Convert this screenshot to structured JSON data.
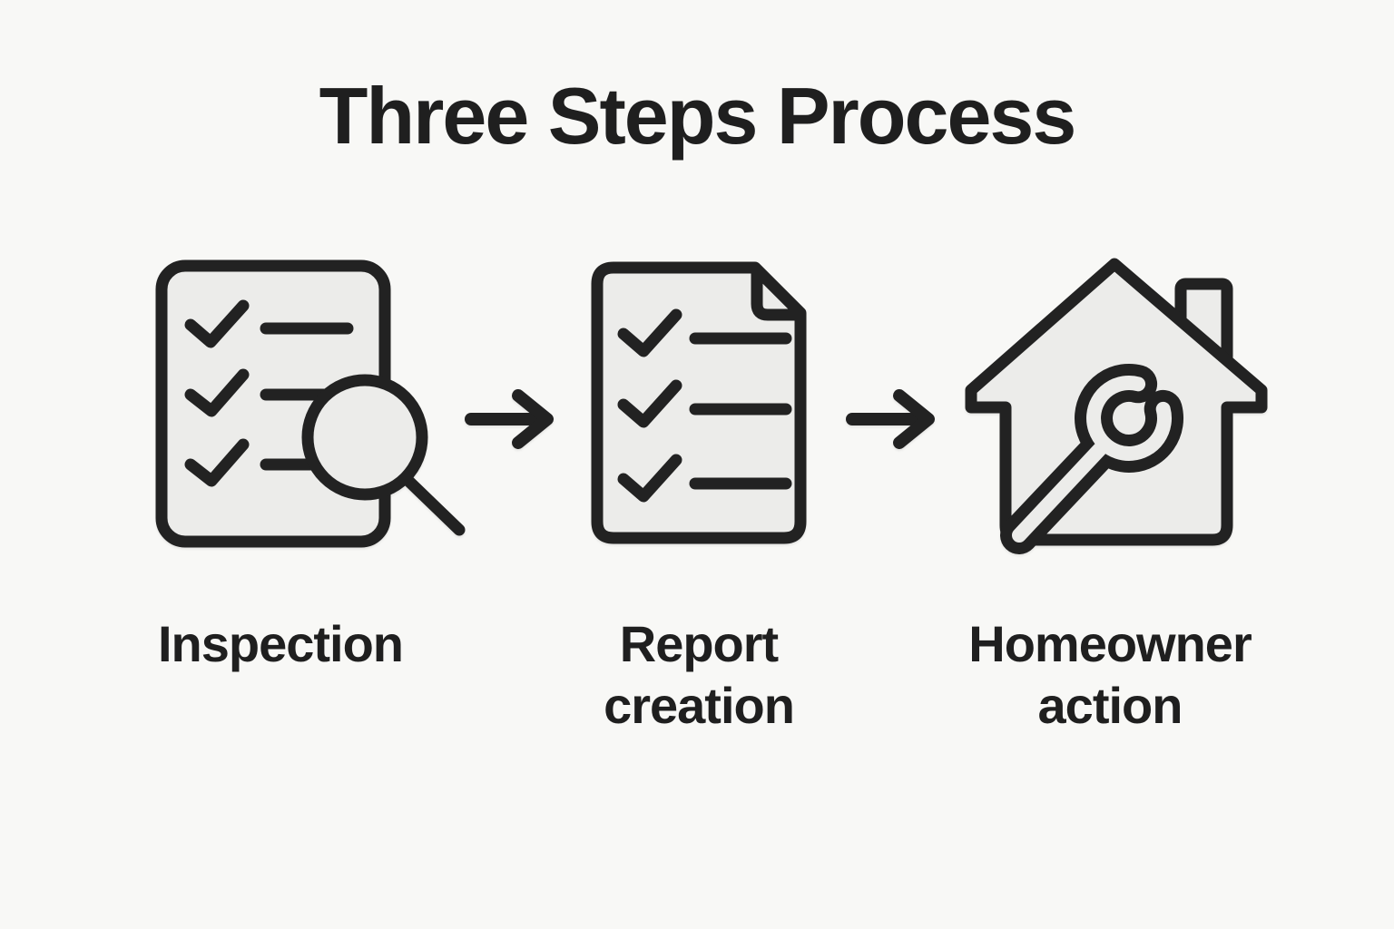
{
  "title": "Three Steps Process",
  "steps": [
    {
      "label": "Inspection",
      "icon": "checklist-magnifier-icon"
    },
    {
      "label": "Report creation",
      "icon": "report-document-icon"
    },
    {
      "label": "Homeowner action",
      "icon": "house-wrench-icon"
    }
  ],
  "connectors": [
    {
      "icon": "arrow-right-icon"
    },
    {
      "icon": "arrow-right-icon"
    }
  ],
  "colors": {
    "background": "#f8f8f6",
    "icon_fill": "#ececea",
    "line": "#222222",
    "text": "#1f1f1f"
  }
}
